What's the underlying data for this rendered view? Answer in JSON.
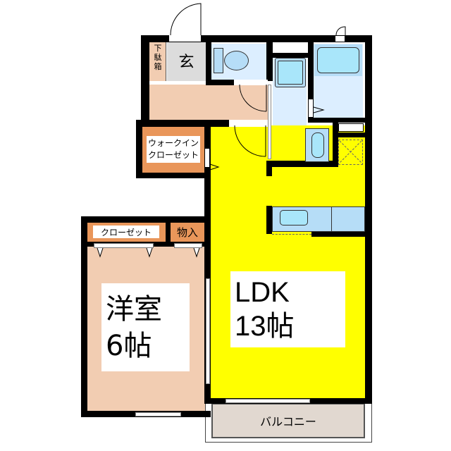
{
  "colors": {
    "wall": "#000000",
    "ldk": "#ffff00",
    "western_room": "#f2cdb2",
    "hall": "#f2cdb2",
    "genkan": "#dcdcdc",
    "closet": "#e9965a",
    "wet_area": "#dceeff",
    "fixture": "#b6ddf7",
    "fixture_fill": "#a9e6fa",
    "balcony": "#e1d8d0"
  },
  "rooms": {
    "genkan": "玄",
    "shoe_box": "下\n駄\n箱",
    "walk_in_closet": [
      "ウォークイン",
      "クローゼット"
    ],
    "closet": "クローゼット",
    "storage": "物入",
    "western_room": {
      "name": "洋室",
      "size": "6帖"
    },
    "ldk": {
      "name": "LDK",
      "size": "13帖"
    },
    "balcony": "バルコニー"
  }
}
